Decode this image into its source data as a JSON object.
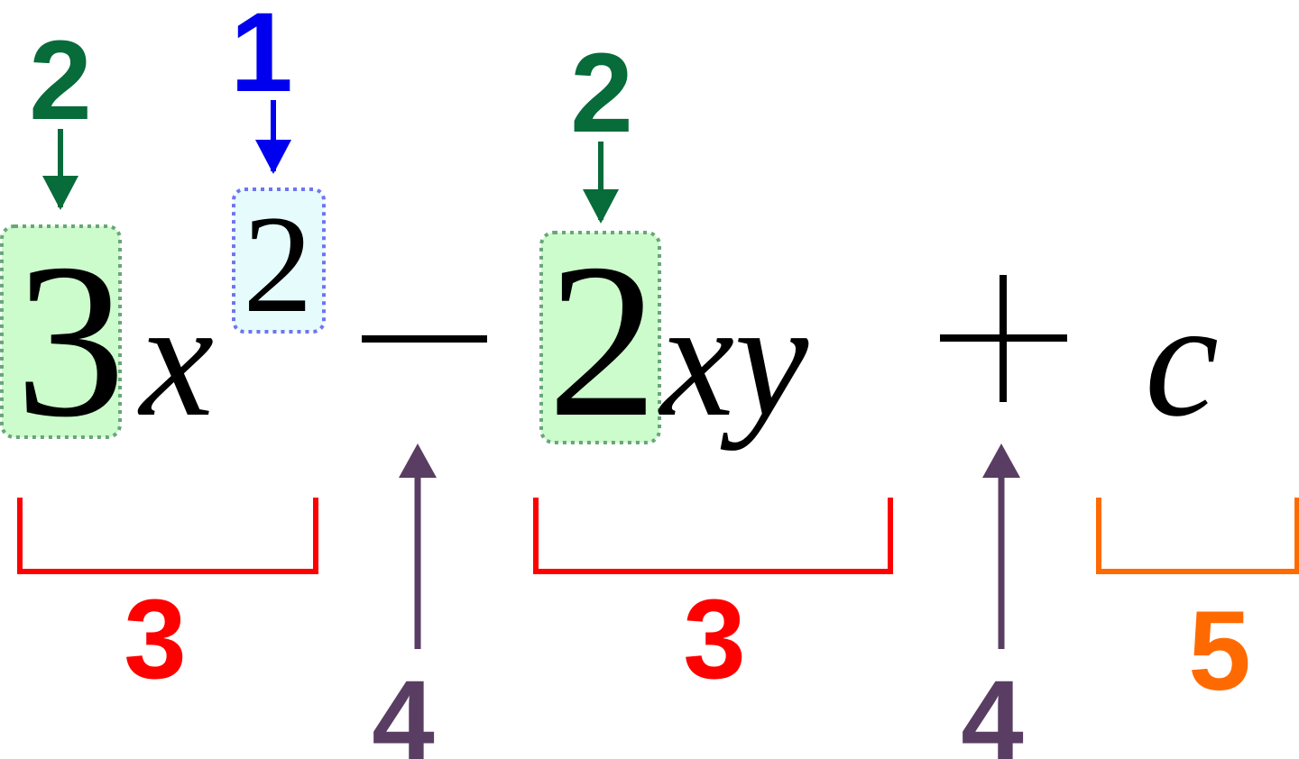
{
  "expression": {
    "term1_coefficient": "3",
    "term1_variable": "x",
    "term1_exponent": "2",
    "operator_minus": "−",
    "term2_coefficient": "2",
    "term2_variables": "xy",
    "operator_plus": "+",
    "constant": "c"
  },
  "annotations": {
    "coefficient_label_1": "2",
    "exponent_label": "1",
    "coefficient_label_2": "2",
    "term_label_1": "3",
    "operator_label_1": "4",
    "term_label_2": "3",
    "operator_label_2": "4",
    "constant_label": "5"
  },
  "colors": {
    "coefficient": "#076b3a",
    "exponent": "#0000ee",
    "term": "#ff0000",
    "operator": "#5a3d62",
    "constant": "#ff6a00",
    "coefficient_box_fill": "#ccfccc",
    "coefficient_box_border": "#6aa57a",
    "exponent_box_fill": "#e6fcfc",
    "exponent_box_border": "#6f74f0",
    "math_text": "#000000"
  }
}
